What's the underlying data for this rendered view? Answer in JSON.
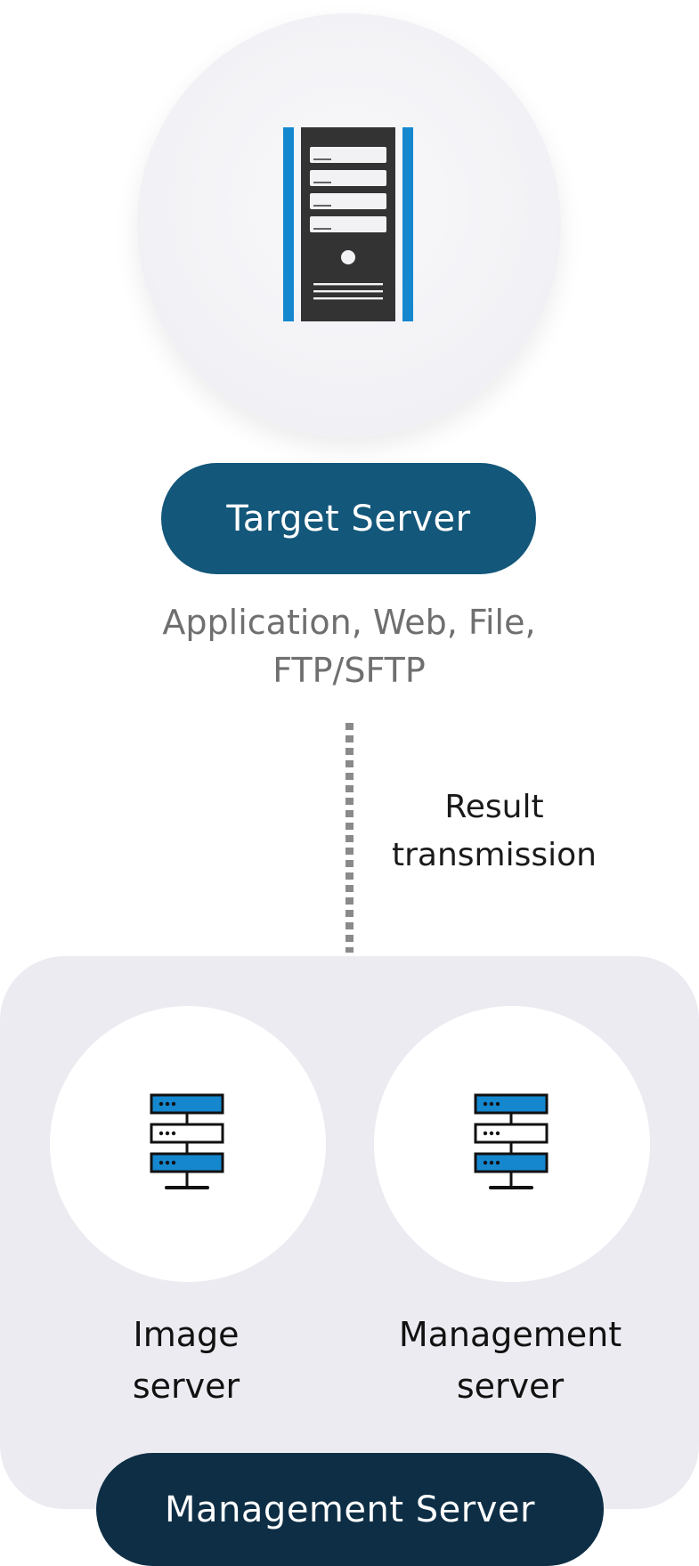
{
  "target": {
    "pill_label": "Target Server",
    "description_line1": "Application, Web, File,",
    "description_line2": "FTP/SFTP",
    "icon": "tower-server-icon"
  },
  "connector": {
    "label_line1": "Result",
    "label_line2": "transmission"
  },
  "management": {
    "pill_label": "Management Server",
    "nodes": [
      {
        "label_line1": "Image",
        "label_line2": "server",
        "icon": "server-rack-icon"
      },
      {
        "label_line1": "Management",
        "label_line2": "server",
        "icon": "server-rack-icon"
      }
    ]
  },
  "colors": {
    "target_pill": "#13577a",
    "management_pill": "#0d2e45",
    "accent_blue": "#1587cf",
    "panel_bg": "#ebebf1"
  }
}
